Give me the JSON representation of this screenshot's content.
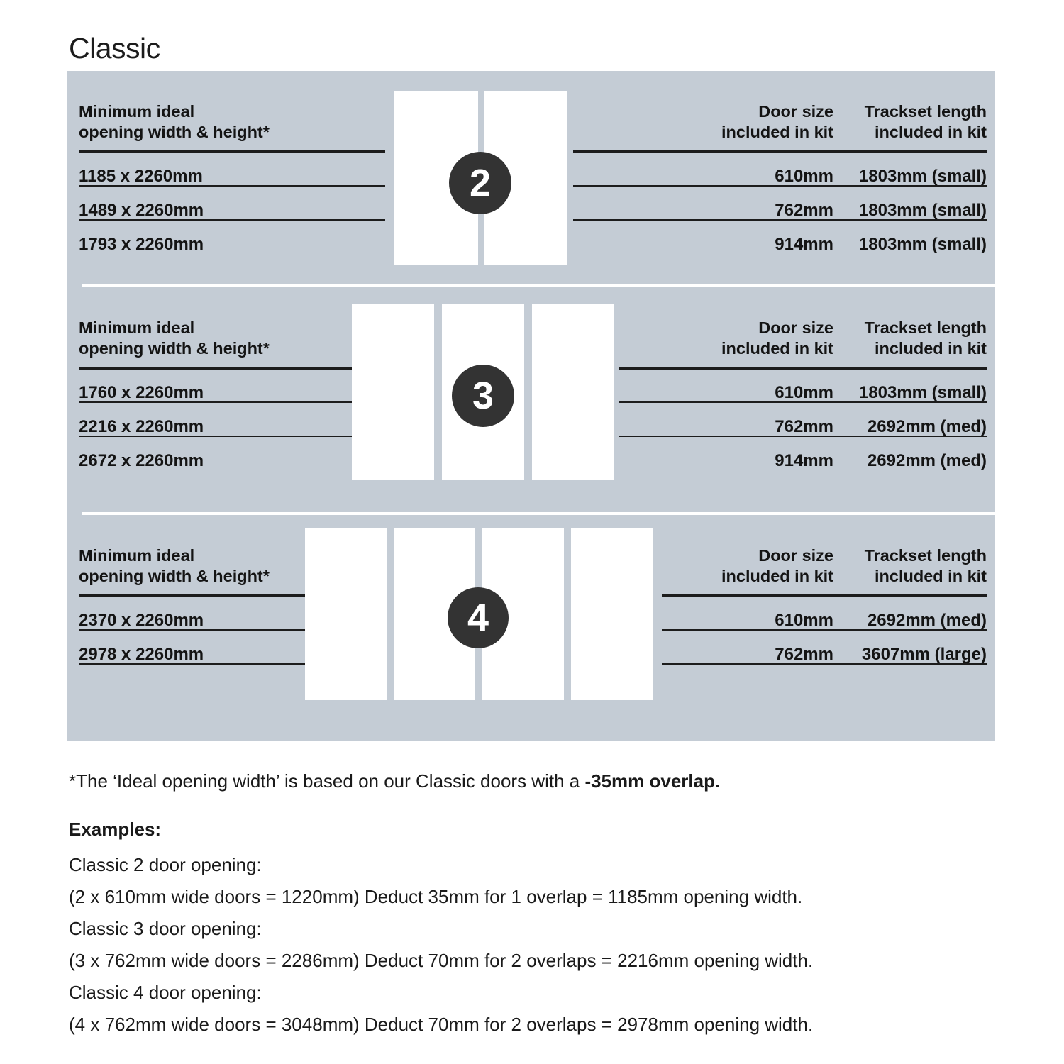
{
  "page": {
    "title": "Classic",
    "background_color": "#ffffff",
    "panel_color": "#c4ccd5",
    "badge_color": "#333333",
    "door_color": "#ffffff",
    "rule_color": "#1c1c1c"
  },
  "sections": [
    {
      "badge": "2",
      "door_count": 2,
      "headers": {
        "left": "Minimum ideal\nopening width & height*",
        "middle": "Door size\nincluded in kit",
        "right": "Trackset length\nincluded in kit"
      },
      "rows": [
        {
          "opening": "1185 x 2260mm",
          "door_size": "610mm",
          "trackset": "1803mm (small)"
        },
        {
          "opening": "1489 x 2260mm",
          "door_size": "762mm",
          "trackset": "1803mm (small)"
        },
        {
          "opening": "1793 x 2260mm",
          "door_size": "914mm",
          "trackset": "1803mm (small)"
        }
      ]
    },
    {
      "badge": "3",
      "door_count": 3,
      "headers": {
        "left": "Minimum ideal\nopening width & height*",
        "middle": "Door size\nincluded in kit",
        "right": "Trackset length\nincluded in kit"
      },
      "rows": [
        {
          "opening": "1760 x 2260mm",
          "door_size": "610mm",
          "trackset": "1803mm (small)"
        },
        {
          "opening": "2216 x 2260mm",
          "door_size": "762mm",
          "trackset": "2692mm (med)"
        },
        {
          "opening": "2672 x 2260mm",
          "door_size": "914mm",
          "trackset": "2692mm (med)"
        }
      ]
    },
    {
      "badge": "4",
      "door_count": 4,
      "headers": {
        "left": "Minimum ideal\nopening width & height*",
        "middle": "Door size\nincluded in kit",
        "right": "Trackset length\nincluded in kit"
      },
      "rows": [
        {
          "opening": "2370 x 2260mm",
          "door_size": "610mm",
          "trackset": "2692mm (med)"
        },
        {
          "opening": "2978 x 2260mm",
          "door_size": "762mm",
          "trackset": "3607mm (large)"
        }
      ]
    }
  ],
  "footnote": {
    "text": "*The ‘Ideal opening width’ is based on our Classic doors with a ",
    "bold": "-35mm overlap."
  },
  "examples": {
    "title": "Examples:",
    "lines": [
      "Classic 2 door opening:",
      "(2 x 610mm wide doors = 1220mm)  Deduct 35mm for 1 overlap = 1185mm opening width.",
      "Classic 3 door opening:",
      "(3 x 762mm wide doors = 2286mm)  Deduct 70mm for 2 overlaps = 2216mm opening width.",
      "Classic 4 door opening:",
      "(4 x 762mm wide doors = 3048mm)  Deduct 70mm for 2 overlaps = 2978mm opening width."
    ]
  }
}
